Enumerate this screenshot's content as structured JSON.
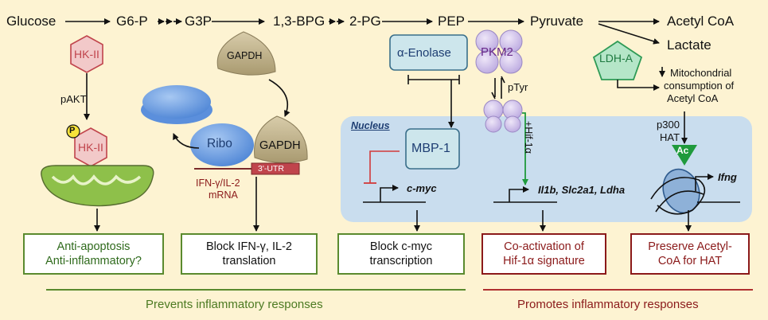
{
  "metabolites": {
    "glucose": "Glucose",
    "g6p": "G6-P",
    "g3p": "G3P",
    "bpg": "1,3-BPG",
    "pg2": "2-PG",
    "pep": "PEP",
    "pyruvate": "Pyruvate",
    "acetyl_coa": "Acetyl CoA",
    "lactate": "Lactate"
  },
  "enzymes": {
    "hk2_top": "HK-II",
    "hk2_bottom": "HK-II",
    "phospho": "P",
    "gapdh_top": "GAPDH",
    "gapdh_bottom": "GAPDH",
    "ribo": "Ribo",
    "enolase": "α-Enolase",
    "pkm2": "PKM2",
    "ldha": "LDH-A",
    "mbp1": "MBP-1",
    "acetyl_tag": "Ac"
  },
  "labels": {
    "pakt": "pAKT",
    "utr": "3'-UTR",
    "mrna_line1": "IFN-γ/IL-2",
    "mrna_line2": "mRNA",
    "ptyr": "pTyr",
    "hif": "+Hif-1α",
    "nucleus": "Nucleus",
    "cmyc": "c-myc",
    "hif_genes": "Il1b, Slc2a1, Ldha",
    "ifng": "Ifng",
    "mito_line1": "Mitochondrial",
    "mito_line2": "consumption of",
    "mito_line3": "Acetyl CoA",
    "p300_line1": "p300",
    "p300_line2": "HAT"
  },
  "outcomes": [
    {
      "text": "Anti-apoptosis\nAnti-inflammatory?",
      "tone": "green"
    },
    {
      "text": "Block IFN-γ, IL-2\ntranslation",
      "tone": "dark"
    },
    {
      "text": "Block c-myc\ntranscription",
      "tone": "dark"
    },
    {
      "text": "Co-activation of\nHif-1α signature",
      "tone": "red"
    },
    {
      "text": "Preserve Acetyl-\nCoA for HAT",
      "tone": "red"
    }
  ],
  "summary": {
    "prevents": "Prevents inflammatory responses",
    "promotes": "Promotes inflammatory responses"
  },
  "colors": {
    "background": "#fdf3d2",
    "nucleus_fill": "#c9ddee",
    "hk2_fill": "#f2c9c9",
    "hk2_stroke": "#c0444c",
    "gapdh_fill": "#c3b692",
    "ribo_fill": "#6b9ee0",
    "enzyme_box_fill": "#cde6ec",
    "enzyme_box_stroke": "#3a6f8a",
    "pkm2_fill": "#d6c9ec",
    "ldha_fill": "#b5e6c8",
    "ldha_stroke": "#2e9a55",
    "mito_fill": "#8ec04a",
    "green_rule": "#5a8a2e",
    "red_rule": "#b03030",
    "utr_fill": "#c0444c",
    "hat_green": "#1f9a3c"
  }
}
